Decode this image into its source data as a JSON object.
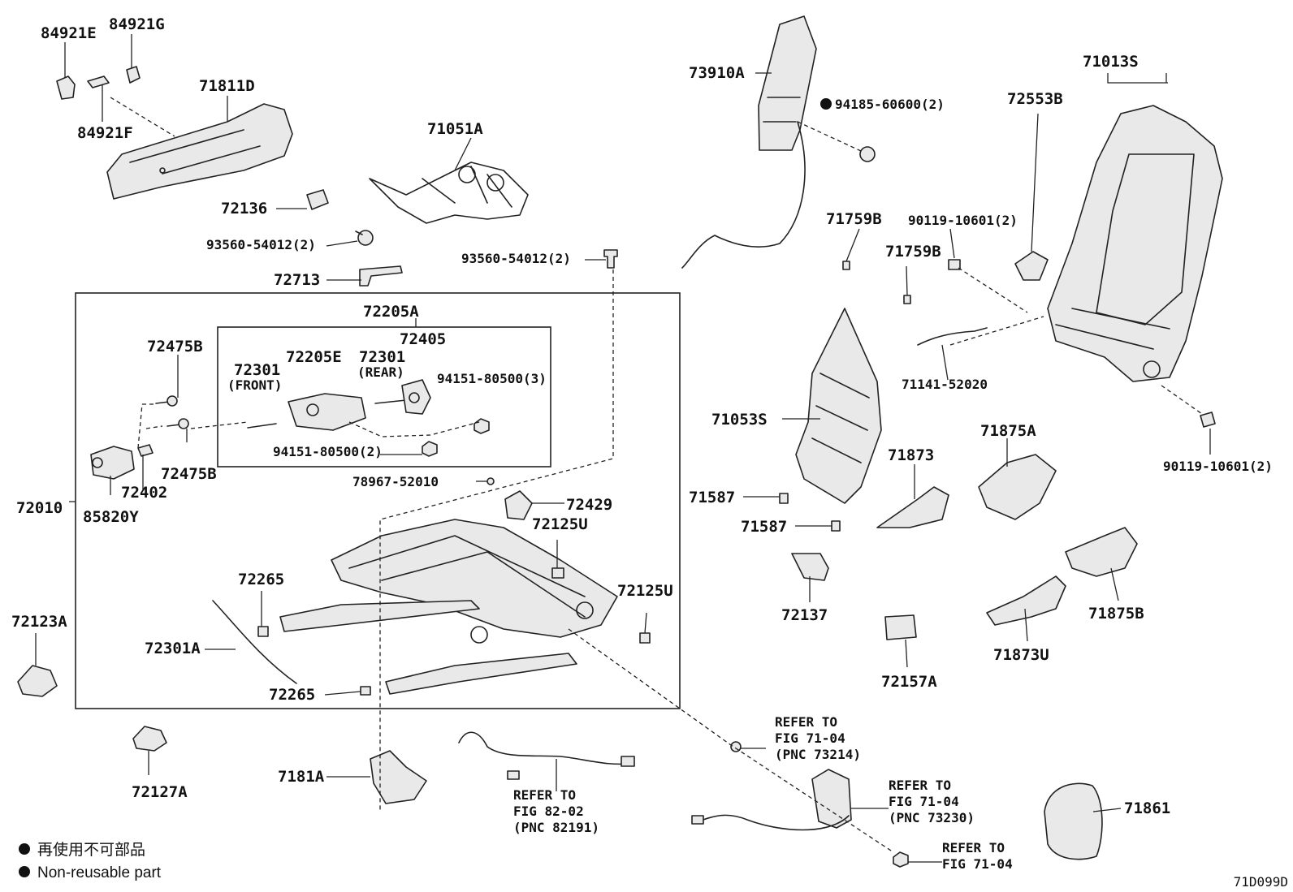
{
  "diagram": {
    "figure_code": "71D099D",
    "labels": {
      "p84921E": "84921E",
      "p84921G": "84921G",
      "p84921F": "84921F",
      "p71811D": "71811D",
      "p71051A": "71051A",
      "p72136": "72136",
      "p93560a": "93560-54012(2)",
      "p72713": "72713",
      "p93560b": "93560-54012(2)",
      "p73910A": "73910A",
      "p94185": "94185-60600(2)",
      "p71013S": "71013S",
      "p72553B": "72553B",
      "p71759Ba": "71759B",
      "p71759Bb": "71759B",
      "p90119a": "90119-10601(2)",
      "p71141": "71141-52020",
      "p90119b": "90119-10601(2)",
      "p72205A": "72205A",
      "p72405": "72405",
      "p72205E": "72205E",
      "p72301f": "72301",
      "front": "(FRONT)",
      "p72301r": "72301",
      "rear": "(REAR)",
      "p94151a": "94151-80500(3)",
      "p94151b": "94151-80500(2)",
      "p72475Ba": "72475B",
      "p72475Bb": "72475B",
      "p72402": "72402",
      "p85820Y": "85820Y",
      "p72010": "72010",
      "p78967": "78967-52010",
      "p72429": "72429",
      "p72125Ua": "72125U",
      "p72125Ub": "72125U",
      "p72265a": "72265",
      "p72265b": "72265",
      "p72301A": "72301A",
      "p72123A": "72123A",
      "p72127A": "72127A",
      "p7181A": "7181A",
      "p71053S": "71053S",
      "p71587a": "71587",
      "p71587b": "71587",
      "p71873": "71873",
      "p71875A": "71875A",
      "p71875B": "71875B",
      "p71873U": "71873U",
      "p72137": "72137",
      "p72157A": "72157A",
      "p71861": "71861"
    },
    "refers": {
      "r1": [
        "REFER TO",
        "FIG 82-02",
        "(PNC 82191)"
      ],
      "r2": [
        "REFER TO",
        "FIG 71-04",
        "(PNC 73214)"
      ],
      "r3": [
        "REFER TO",
        "FIG 71-04",
        "(PNC 73230)"
      ],
      "r4": [
        "REFER TO",
        "FIG 71-04"
      ]
    },
    "legend": {
      "line1": "再使用不可部品",
      "line2": "Non-reusable part"
    }
  }
}
